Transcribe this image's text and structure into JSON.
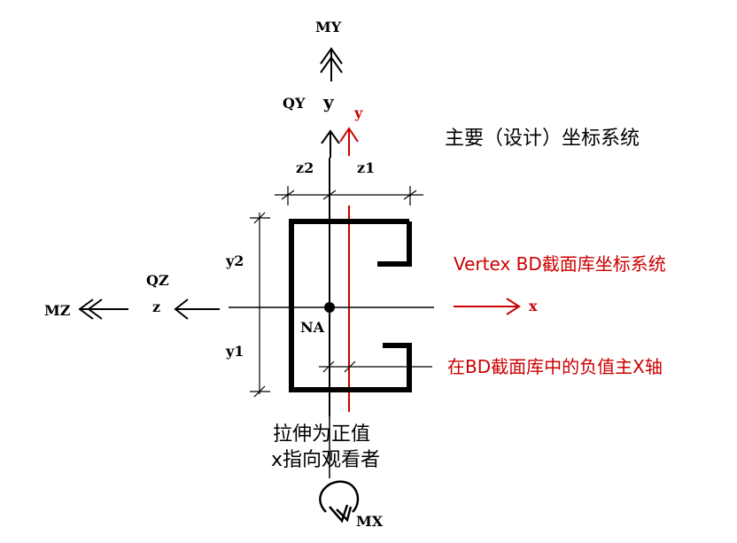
{
  "labels": {
    "my": "MY",
    "qy": "QY",
    "y_main": "y",
    "y_red": "y",
    "z2": "z2",
    "z1": "z1",
    "y2": "y2",
    "y1": "y1",
    "qz": "QZ",
    "z_axis": "z",
    "mz": "MZ",
    "na": "NA",
    "x_red": "x",
    "mx": "MX"
  },
  "annotations": {
    "main_coords": "主要（设计）坐标系统",
    "vertex_coords": "Vertex BD截面库坐标系统",
    "negative_x": "在BD截面库中的负值主X轴",
    "tension_line1": "拉伸为正值",
    "tension_line2": "x指向观看者"
  },
  "colors": {
    "black": "#000000",
    "red": "#cc0000"
  }
}
